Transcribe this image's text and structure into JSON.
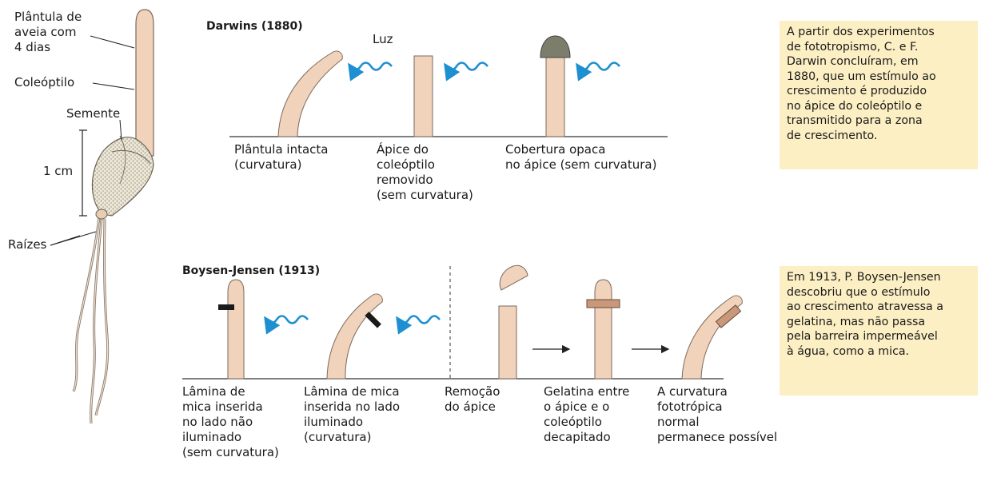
{
  "seedling": {
    "labels": [
      "Plântula de\naveia com\n4 dias",
      "Coleóptilo",
      "Semente",
      "1 cm",
      "Raízes"
    ]
  },
  "darwin": {
    "title": "Darwins (1880)",
    "light_label": "Luz",
    "captions": [
      "Plântula intacta\n(curvatura)",
      "Ápice do\ncoleóptilo\nremovido\n(sem curvatura)",
      "Cobertura opaca\nno ápice (sem curvatura)"
    ],
    "note": "A partir dos experimentos\nde fototropismo, C. e F.\nDarwin concluíram, em\n1880, que um estímulo ao\ncrescimento é produzido\nno ápice do coleóptilo e\ntransmitido para a zona\nde crescimento."
  },
  "boysen": {
    "title": "Boysen-Jensen (1913)",
    "captions": [
      "Lâmina de\nmica inserida\nno lado não\niluminado\n(sem curvatura)",
      "Lâmina de mica\ninserida no lado\niluminado\n(curvatura)",
      "Remoção\ndo ápice",
      "Gelatina entre\no ápice e o\ncoleóptilo\ndecapitado",
      "A curvatura\nfototrópica\nnormal\npermanece possível"
    ],
    "note": "Em 1913, P. Boysen-Jensen\ndescobriu que o estímulo\nao crescimento atravessa a\ngelatina, mas não passa\npela barreira impermeável\nà água, como a mica."
  },
  "colors": {
    "coleoptile_fill": "#f1d2ba",
    "coleoptile_stroke": "#7a6a5e",
    "light_wave": "#1e8fd0",
    "opaque_cap": "#7d7d6c",
    "gelatin": "#c9977a",
    "note_bg": "#fcefc4"
  }
}
